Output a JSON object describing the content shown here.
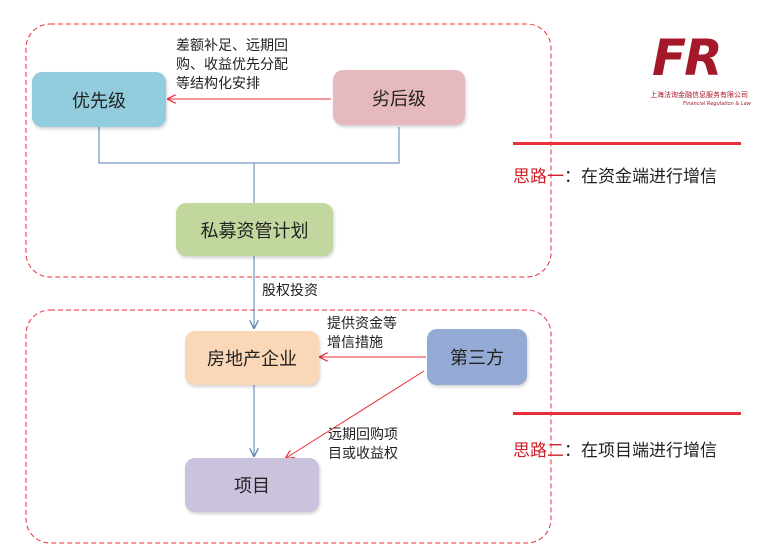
{
  "boxes": {
    "priority": "优先级",
    "subordinate": "劣后级",
    "private_plan": "私募资管计划",
    "developer": "房地产企业",
    "third_party": "第三方",
    "project": "项目"
  },
  "labels": {
    "top_arrangement": "差额补足、远期回\n购、收益优先分配\n等结构化安排",
    "equity_investment": "股权投资",
    "credit_enhancement": "提供资金等\n增信措施",
    "repurchase": "远期回购项\n目或收益权"
  },
  "ideas": [
    {
      "prefix": "思路一",
      "text": "：在资金端进行增信"
    },
    {
      "prefix": "思路二",
      "text": "：在项目端进行增信"
    }
  ],
  "logo": {
    "mark": "FR",
    "company_cn": "上海法询金融信息服务有限公司",
    "company_en": "Financial Regulation & Law"
  },
  "colors": {
    "priority": "#91cddd",
    "subordinate": "#e5b9bd",
    "private_plan": "#c2d79d",
    "developer": "#fad7b7",
    "third_party": "#92aad4",
    "project": "#cbc3dd",
    "accent_red": "#e8303a",
    "connector_blue": "#5a7fb0"
  }
}
